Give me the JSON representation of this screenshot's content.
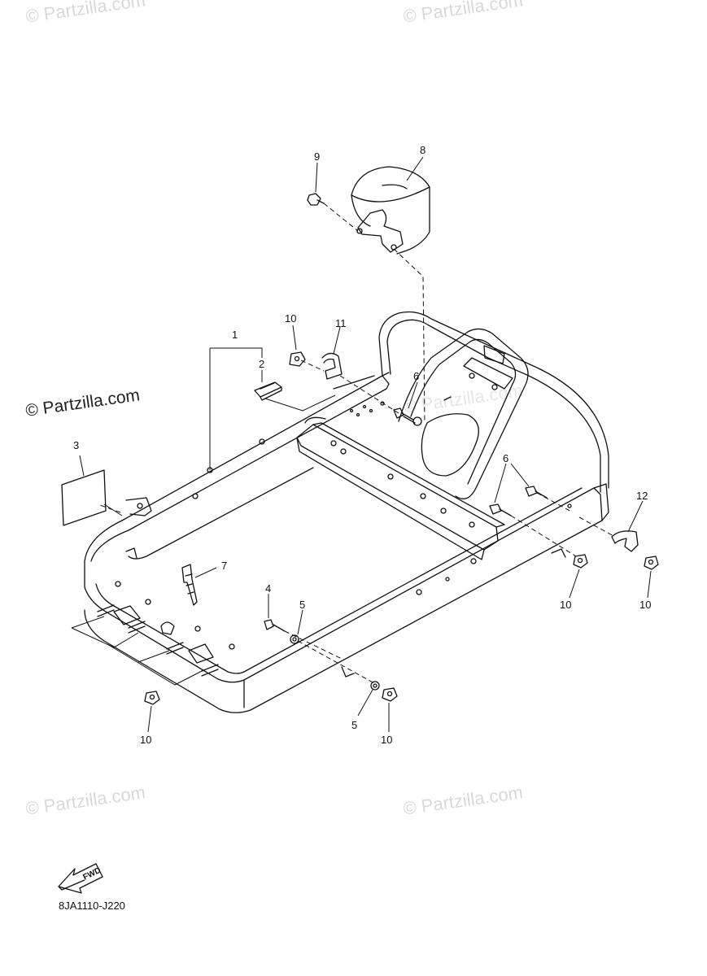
{
  "watermarks": {
    "top_left": "© Partzilla.com",
    "top_right": "© Partzilla.com",
    "left_middle": "© Partzilla.com",
    "center_faint": "© Partzilla.com",
    "bottom_left": "© Partzilla.com",
    "bottom_right": "© Partzilla.com"
  },
  "callouts": {
    "c1": "1",
    "c2": "2",
    "c3": "3",
    "c4": "4",
    "c5a": "5",
    "c5b": "5",
    "c6a": "6",
    "c6b": "6",
    "c7": "7",
    "c8": "8",
    "c9": "9",
    "c10a": "10",
    "c10b": "10",
    "c10c": "10",
    "c10d": "10",
    "c10e": "10",
    "c11": "11",
    "c12": "12"
  },
  "fwd_label": "FWD",
  "diagram_code": "8JA1110-J220"
}
